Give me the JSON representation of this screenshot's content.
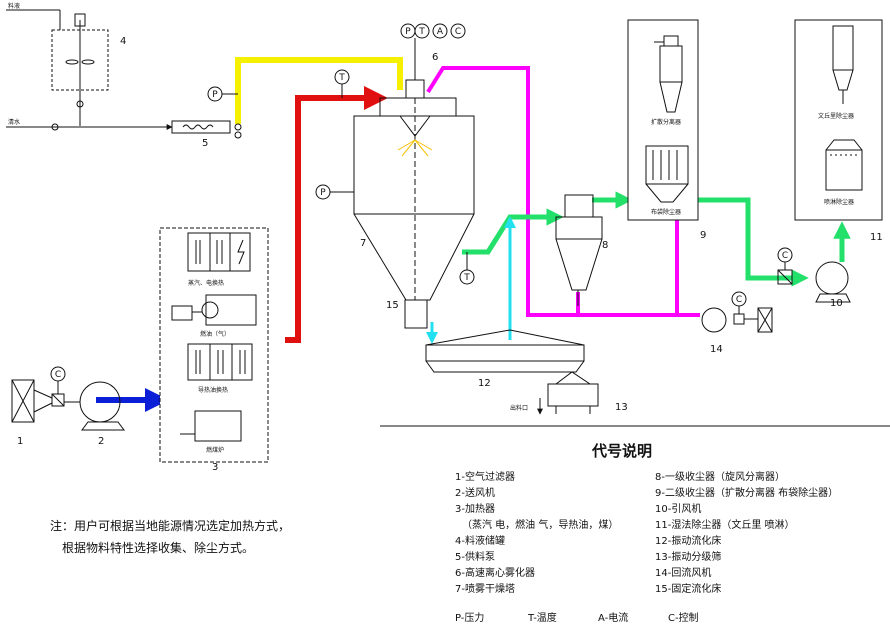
{
  "numbers": {
    "n1": "1",
    "n2": "2",
    "n3": "3",
    "n4": "4",
    "n5": "5",
    "n6": "6",
    "n7": "7",
    "n8": "8",
    "n9": "9",
    "n10": "10",
    "n11": "11",
    "n12": "12",
    "n13": "13",
    "n14": "14",
    "n15": "15"
  },
  "instruments": {
    "P": "P",
    "T": "T",
    "A": "A",
    "C": "C"
  },
  "small_labels": {
    "feed_in": "料液",
    "water_in": "清水",
    "heater_a": "蒸汽、电换热",
    "heater_b": "燃油（气）",
    "heater_c": "导热油换热",
    "heater_d": "燃煤炉",
    "cyclone_sub": "扩散分离器",
    "bag_sub": "布袋除尘器",
    "venturi_sub": "文丘里除尘器",
    "spray_sub": "喷淋除尘器",
    "discharge": "出料口"
  },
  "legend": {
    "title": "代号说明",
    "left": [
      "1-空气过滤器",
      "2-送风机",
      "3-加热器",
      "（蒸汽 电，燃油 气，导热油，煤）",
      "4-料液储罐",
      "5-供料泵",
      "6-高速离心雾化器",
      "7-喷雾干燥塔"
    ],
    "right": [
      "8-一级收尘器（旋风分离器）",
      "9-二级收尘器（扩散分离器 布袋除尘器）",
      "10-引风机",
      "11-湿法除尘器（文丘里 喷淋）",
      "12-振动流化床",
      "13-振动分级筛",
      "14-回流风机",
      "15-固定流化床"
    ],
    "codes": [
      "P-压力",
      "T-温度",
      "A-电流",
      "C-控制"
    ]
  },
  "note": {
    "line1": "注：用户可根据当地能源情况选定加热方式，",
    "line2": "根据物料特性选择收集、除尘方式。"
  },
  "colors": {
    "hot_air": "#e01010",
    "feed": "#f5f000",
    "exhaust": "#ff00ff",
    "clean_air": "#22e06a",
    "inlet_air": "#0a1fd6",
    "cool_air": "#22e0f0"
  }
}
